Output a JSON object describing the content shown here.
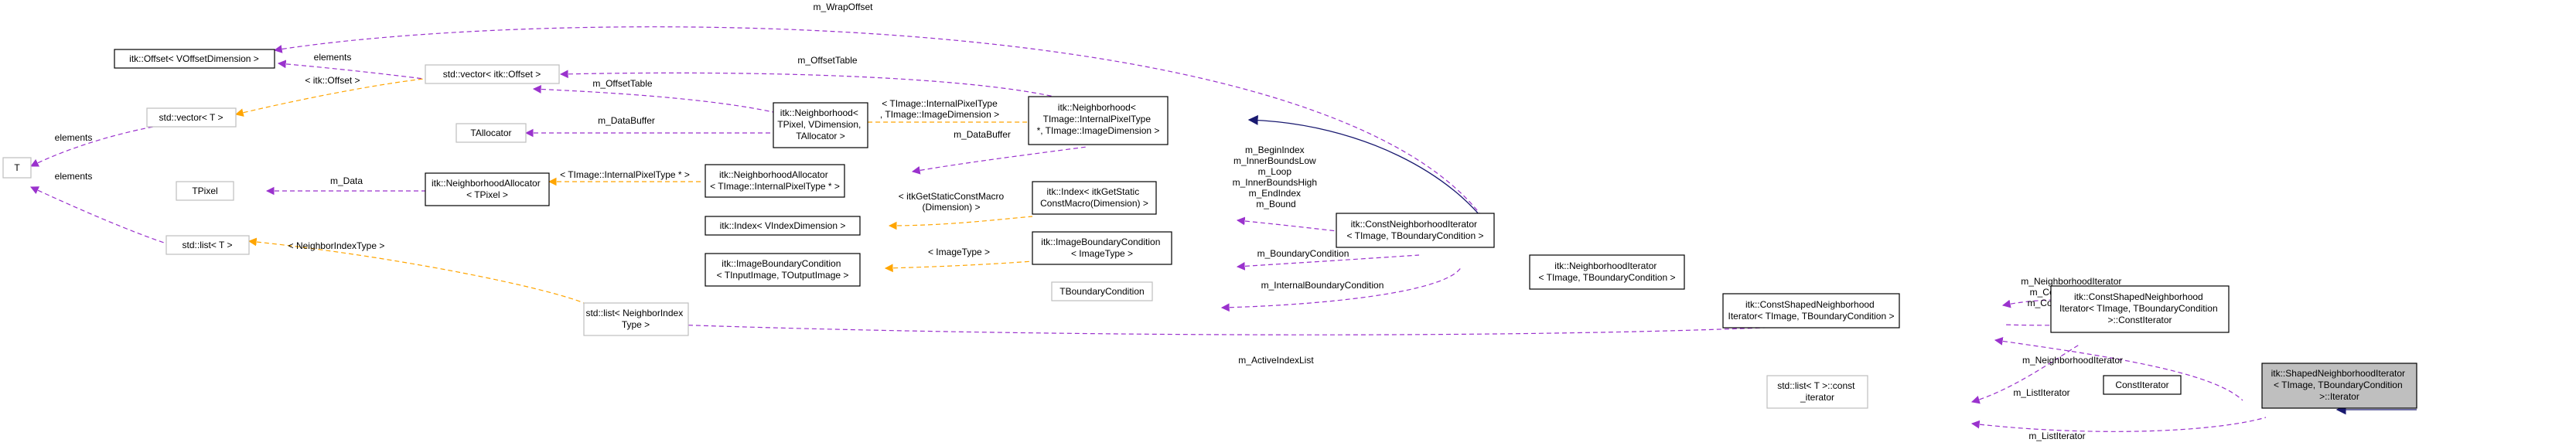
{
  "colors": {
    "uses_edge": "#9a32cd",
    "template_edge": "#ffa500",
    "inherit_edge": "#191970",
    "inherit_edge_red": "#8b1a1a",
    "node_border": "#000000",
    "node_border_gray": "#bfbfbf",
    "target_fill": "#bfbfbf"
  },
  "nodes": {
    "offset_vodim": [
      "itk::Offset< VOffsetDimension >"
    ],
    "vector_offset": [
      "std::vector< itk::Offset >"
    ],
    "vector_t": [
      "std::vector< T >"
    ],
    "t": [
      "T"
    ],
    "tallocator": [
      "TAllocator"
    ],
    "tpixel": [
      "TPixel"
    ],
    "nalloc_tpixel": [
      "itk::NeighborhoodAllocator",
      "< TPixel >"
    ],
    "list_t": [
      "std::list< T >"
    ],
    "list_nindex": [
      "std::list< NeighborIndex",
      "Type >"
    ],
    "neighborhood_tpixel": [
      "itk::Neighborhood<",
      "TPixel, VDimension,",
      "TAllocator >"
    ],
    "nalloc_internal": [
      "itk::NeighborhoodAllocator",
      "< TImage::InternalPixelType * >"
    ],
    "index_vidim": [
      "itk::Index< VIndexDimension >"
    ],
    "ibc_tin_tout": [
      "itk::ImageBoundaryCondition",
      "< TInputImage, TOutputImage >"
    ],
    "neighborhood_timage": [
      "itk::Neighborhood<",
      "TImage::InternalPixelType",
      "*, TImage::ImageDimension >"
    ],
    "index_getstatic": [
      "itk::Index< itkGetStatic",
      "ConstMacro(Dimension) >"
    ],
    "ibc_image": [
      "itk::ImageBoundaryCondition",
      "< ImageType >"
    ],
    "tboundary": [
      "TBoundaryCondition"
    ],
    "const_nit": [
      "itk::ConstNeighborhoodIterator",
      "< TImage, TBoundaryCondition >"
    ],
    "nit": [
      "itk::NeighborhoodIterator",
      "< TImage, TBoundaryCondition >"
    ],
    "const_shaped_nit": [
      "itk::ConstShapedNeighborhood",
      "Iterator< TImage, TBoundaryCondition >"
    ],
    "list_const_iter": [
      "std::list< T >::const",
      "_iterator"
    ],
    "const_shaped_constiter": [
      "itk::ConstShapedNeighborhood",
      "Iterator< TImage, TBoundaryCondition",
      ">::ConstIterator"
    ],
    "constiterator": [
      "ConstIterator"
    ],
    "shaped_iterator": [
      "itk::ShapedNeighborhoodIterator",
      "< TImage, TBoundaryCondition",
      ">::Iterator"
    ]
  },
  "edge_labels": {
    "wrap_offset": [
      "m_WrapOffset"
    ],
    "elements_offset": [
      "elements"
    ],
    "itk_offset": [
      "< itk::Offset >"
    ],
    "elements_t1": [
      "elements"
    ],
    "offset_table": [
      "m_OffsetTable"
    ],
    "offset_table2": [
      "m_OffsetTable"
    ],
    "data_buffer": [
      "m_DataBuffer"
    ],
    "internal_pixel_type": [
      "< TImage::InternalPixelType",
      ", TImage::ImageDimension >"
    ],
    "data_buffer2": [
      "m_DataBuffer"
    ],
    "m_data": [
      "m_Data"
    ],
    "internal_pixel_ptr": [
      "< TImage::InternalPixelType * >"
    ],
    "elements_t2": [
      "elements"
    ],
    "neighbor_index_type": [
      "< NeighborIndexType >"
    ],
    "getstatic_macro": [
      "< itkGetStaticConstMacro",
      "(Dimension) >"
    ],
    "image_type": [
      "< ImageType >"
    ],
    "index_members": [
      "m_BeginIndex",
      "m_InnerBoundsLow",
      "m_Loop",
      "m_InnerBoundsHigh",
      "m_EndIndex",
      "m_Bound"
    ],
    "boundary_condition": [
      "m_BoundaryCondition"
    ],
    "internal_boundary": [
      "m_InternalBoundaryCondition"
    ],
    "active_index_list": [
      "m_ActiveIndexList"
    ],
    "iter_members": [
      "m_NeighborhoodIterator",
      "m_ConstEndIterator",
      "m_ConstBeginIterator"
    ],
    "nit_back": [
      "m_NeighborhoodIterator"
    ],
    "list_iter1": [
      "m_ListIterator"
    ],
    "list_iter2": [
      "m_ListIterator"
    ]
  }
}
